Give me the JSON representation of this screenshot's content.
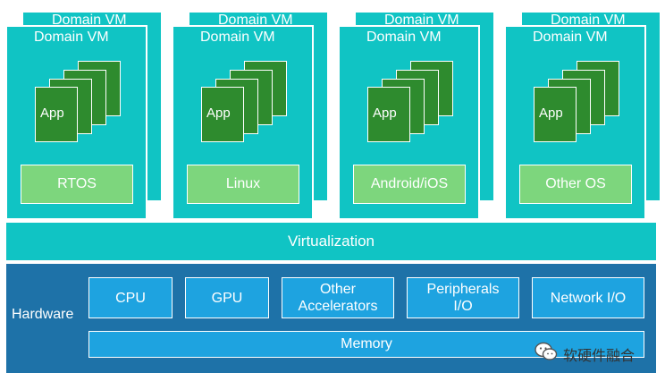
{
  "domain_vm_label": "Domain VM",
  "app_label": "App",
  "os_labels": [
    "RTOS",
    "Linux",
    "Android/iOS",
    "Other OS"
  ],
  "virtualization_label": "Virtualization",
  "hardware": {
    "label": "Hardware",
    "units": [
      "CPU",
      "GPU",
      "Other Accelerators",
      "Peripherals I/O",
      "Network I/O"
    ],
    "memory_label": "Memory"
  },
  "watermark": {
    "text": "软硬件融合",
    "icon": "wechat-icon"
  },
  "colors": {
    "vm_teal": "#10c4c4",
    "app_green": "#2e8b2e",
    "os_green": "#7dd67d",
    "hardware_blue": "#1e72a8",
    "hw_unit_blue": "#1ea3e0"
  }
}
